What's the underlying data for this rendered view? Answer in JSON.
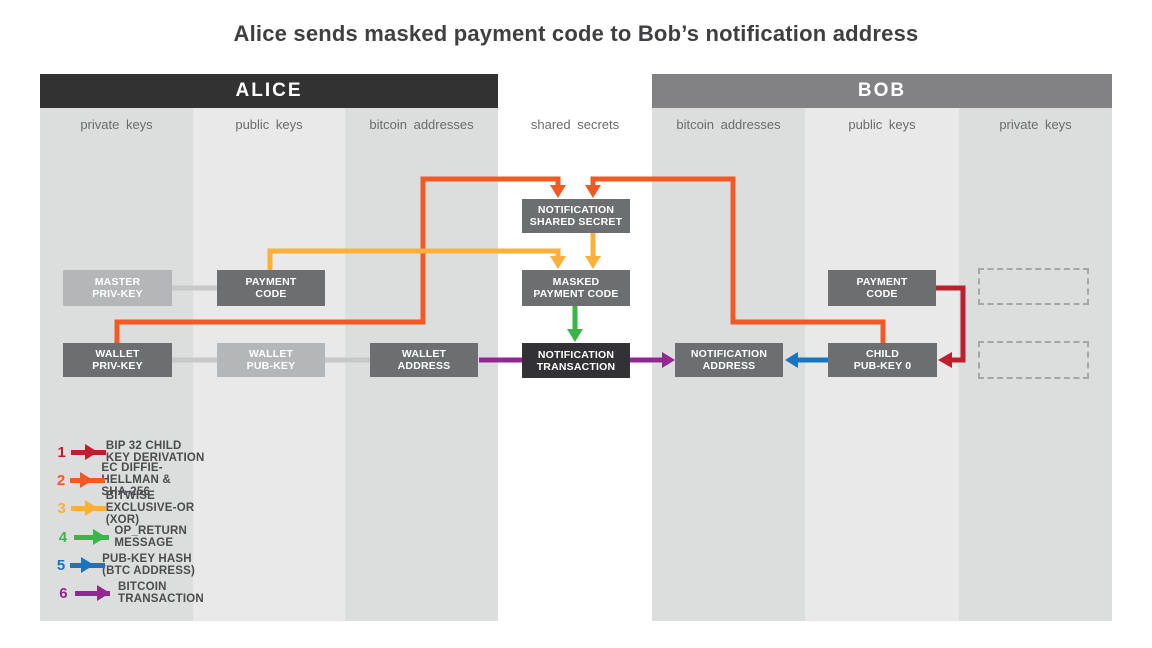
{
  "title": "Alice sends masked payment code to Bob’s notification address",
  "alice": {
    "header": "ALICE",
    "columns": [
      "private keys",
      "public keys",
      "bitcoin addresses"
    ]
  },
  "middle": {
    "label": "shared secrets"
  },
  "bob": {
    "header": "BOB",
    "columns": [
      "bitcoin addresses",
      "public keys",
      "private keys"
    ]
  },
  "boxes": {
    "master_priv_key": {
      "line1": "MASTER",
      "line2": "PRIV-KEY"
    },
    "payment_code_alice": {
      "line1": "PAYMENT",
      "line2": "CODE"
    },
    "wallet_priv_key": {
      "line1": "WALLET",
      "line2": "PRIV-KEY"
    },
    "wallet_pub_key": {
      "line1": "WALLET",
      "line2": "PUB-KEY"
    },
    "wallet_address": {
      "line1": "WALLET",
      "line2": "ADDRESS"
    },
    "notification_shared_secret": {
      "line1": "NOTIFICATION",
      "line2": "SHARED SECRET"
    },
    "masked_payment_code": {
      "line1": "MASKED",
      "line2": "PAYMENT CODE"
    },
    "notification_transaction": {
      "line1": "NOTIFICATION",
      "line2": "TRANSACTION"
    },
    "notification_address": {
      "line1": "NOTIFICATION",
      "line2": "ADDRESS"
    },
    "child_pub_key_0": {
      "line1": "CHILD",
      "line2": "PUB-KEY 0"
    },
    "payment_code_bob": {
      "line1": "PAYMENT",
      "line2": "CODE"
    }
  },
  "legend": [
    {
      "num": "1",
      "label": "BIP 32 CHILD KEY DERIVATION",
      "color": "#bf1e2e"
    },
    {
      "num": "2",
      "label": "EC DIFFIE-HELLMAN & SHA-256",
      "color": "#f15a24"
    },
    {
      "num": "3",
      "label": "BITWISE EXCLUSIVE-OR (XOR)",
      "color": "#fbb03b"
    },
    {
      "num": "4",
      "label": "OP_RETURN MESSAGE",
      "color": "#39b54a"
    },
    {
      "num": "5",
      "label": "PUB-KEY HASH (BTC ADDRESS)",
      "color": "#1b75bc"
    },
    {
      "num": "6",
      "label": "BITCOIN TRANSACTION",
      "color": "#92278f"
    }
  ],
  "colors": {
    "red": "#bf1e2e",
    "orange": "#f15a24",
    "yellow": "#fbb03b",
    "green": "#39b54a",
    "blue": "#1b75bc",
    "purple": "#92278f",
    "connector_gray": "#c7c8ca",
    "box_dark": "#6d6e70",
    "box_light": "#b5b6b8",
    "box_black": "#323234",
    "alice_header_bg": "#323232",
    "bob_header_bg": "#828285"
  }
}
